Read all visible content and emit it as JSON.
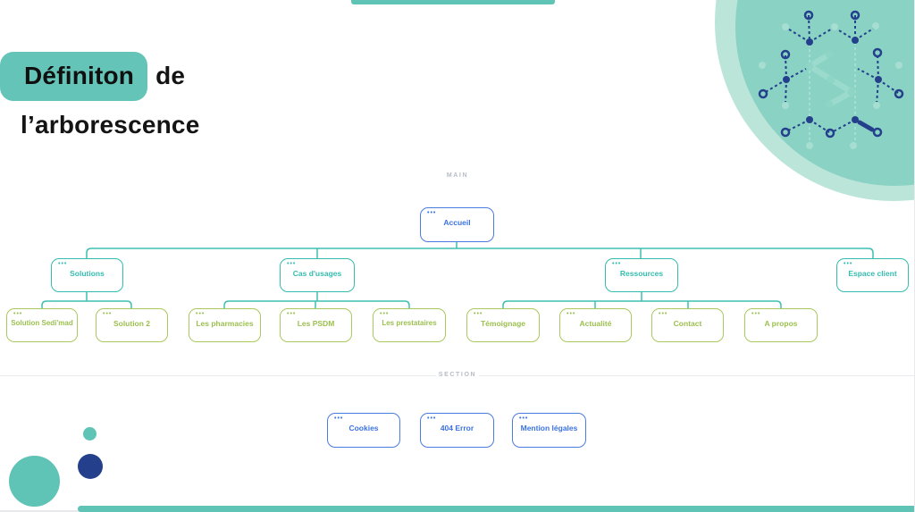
{
  "title": {
    "highlight": "Définiton",
    "rest": "de",
    "line2": "l’arborescence"
  },
  "diagram": {
    "main_label": "MAIN",
    "section_label": "SECTION",
    "node_options_icon": "•••",
    "nodes": {
      "accueil": "Accueil",
      "solutions": "Solutions",
      "cas_usages": "Cas d'usages",
      "ressources": "Ressources",
      "espace_client": "Espace client",
      "solution_sedimad": "Solution Sedi'mad",
      "solution2": "Solution 2",
      "pharmacies": "Les pharmacies",
      "psdm": "Les PSDM",
      "prestataires": "Les prestataires",
      "temoignage": "Témoignage",
      "actualite": "Actualité",
      "contact": "Contact",
      "apropos": "A propos",
      "cookies": "Cookies",
      "error404": "404 Error",
      "mentions": "Mention légales"
    }
  },
  "colors": {
    "accent_teal": "#5fc3b6",
    "connector": "#3fbfb0",
    "node_teal": "#35bcaf",
    "node_blue": "#4a7de0",
    "node_blue_text": "#3b72e3",
    "node_olive": "#a8c95f",
    "node_olive_text": "#9cc050",
    "gray_label": "#b7bcc5",
    "divider": "#e7e9ed",
    "navy": "#24408c",
    "circle_inner": "#8ad2c3",
    "circle_outer": "#bce5da",
    "highlight": "#65c4b8"
  }
}
